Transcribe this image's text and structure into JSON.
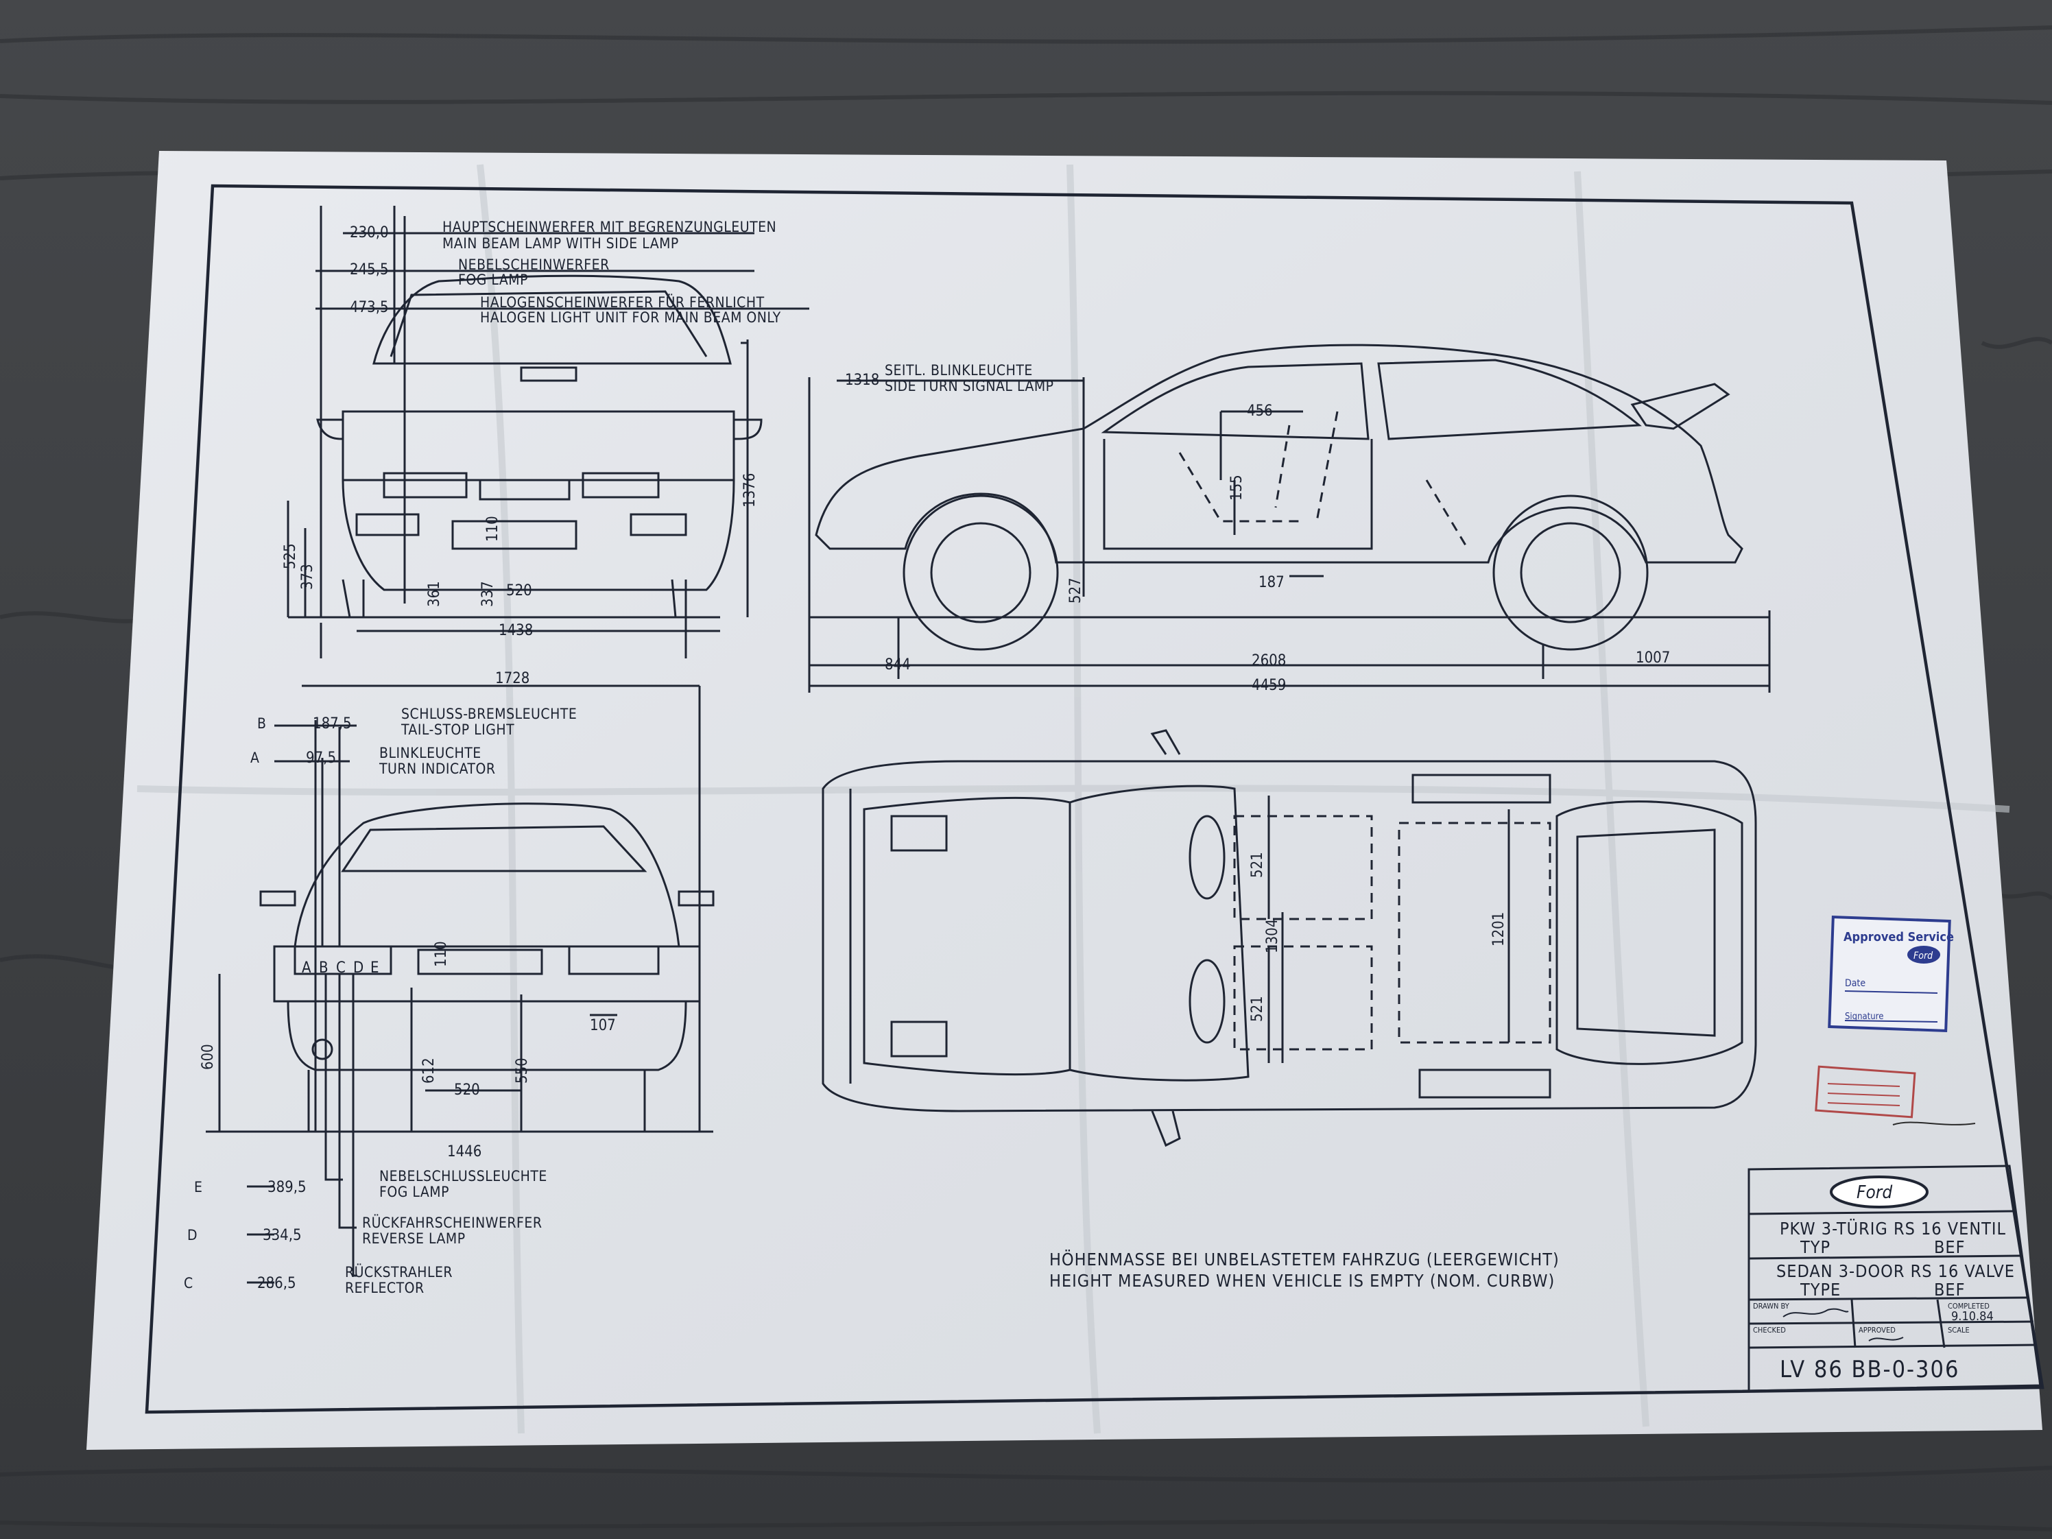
{
  "colors": {
    "table": "#3b3d40",
    "paper": "#e6e8ec",
    "ink": "#1f2533",
    "stamp_blue": "#2d3c8f",
    "stamp_red": "#b04848"
  },
  "front_view": {
    "dims_left": [
      "230,0",
      "245,5",
      "473,5"
    ],
    "labels": [
      {
        "de": "HAUPTSCHEINWERFER MIT BEGRENZUNGLEUTEN",
        "en": "MAIN BEAM LAMP WITH SIDE LAMP"
      },
      {
        "de": "NEBELSCHEINWERFER",
        "en": "FOG LAMP"
      },
      {
        "de": "HALOGENSCHEINWERFER FÜR FERNLICHT",
        "en": "HALOGEN LIGHT UNIT FOR MAIN BEAM ONLY"
      }
    ],
    "dims": [
      "1376",
      "525",
      "373",
      "110",
      "361",
      "337",
      "520",
      "1438"
    ]
  },
  "rear_view": {
    "dims_top": [
      "1728"
    ],
    "markers": [
      "B",
      "A",
      "E",
      "D",
      "C"
    ],
    "label_dims": [
      "187,5",
      "97,5",
      "389,5",
      "334,5",
      "286,5"
    ],
    "labels_top": [
      {
        "de": "SCHLUSS-BREMSLEUCHTE",
        "en": "TAIL-STOP LIGHT"
      },
      {
        "de": "BLINKLEUCHTE",
        "en": "TURN INDICATOR"
      }
    ],
    "lamp_letters": [
      "A",
      "B",
      "C",
      "D",
      "E"
    ],
    "labels_bottom": [
      {
        "de": "NEBELSCHLUSSLEUCHTE",
        "en": "FOG LAMP"
      },
      {
        "de": "RÜCKFAHRSCHEINWERFER",
        "en": "REVERSE LAMP"
      },
      {
        "de": "RÜCKSTRAHLER",
        "en": "REFLECTOR"
      }
    ],
    "dims": [
      "110",
      "107",
      "600",
      "612",
      "550",
      "520",
      "1446"
    ]
  },
  "side_view": {
    "label": {
      "dim": "1318",
      "de": "SEITL. BLINKLEUCHTE",
      "en": "SIDE TURN SIGNAL LAMP"
    },
    "dims": [
      "456",
      "155",
      "187",
      "527",
      "844",
      "2608",
      "1007",
      "4459"
    ]
  },
  "top_view": {
    "dims": [
      "521",
      "1304",
      "1201",
      "521"
    ]
  },
  "note": {
    "de": "HÖHENMASSE BEI UNBELASTETEM FAHRZUG (LEERGEWICHT)",
    "en": "HEIGHT MEASURED WHEN VEHICLE IS EMPTY (NOM. CURBW)"
  },
  "approved_stamp": {
    "title": "Approved Service",
    "date_label": "Date",
    "signature_label": "Signature",
    "logo": "Ford"
  },
  "title_block": {
    "logo": "Ford",
    "de_line1": "PKW 3-TÜRIG RS 16 VENTIL",
    "de_line2a": "TYP",
    "de_line2b": "BEF",
    "en_line1": "SEDAN 3-DOOR RS 16 VALVE",
    "en_line2a": "TYPE",
    "en_line2b": "BEF",
    "drawn_by": "DRAWN BY",
    "checked": "CHECKED",
    "approved": "APPROVED",
    "completed": "COMPLETED",
    "completed_date": "9.10.84",
    "scale": "SCALE",
    "drawing_number": "LV 86 BB-0-306"
  }
}
